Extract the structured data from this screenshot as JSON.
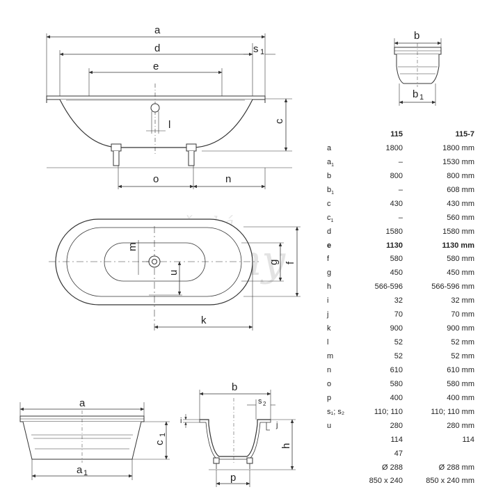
{
  "diagram": {
    "labels": {
      "a": "a",
      "d": "d",
      "e": "e",
      "s1": "s",
      "s1_sub": "1",
      "c": "c",
      "l": "l",
      "o": "o",
      "n": "n",
      "m": "m",
      "u": "u",
      "g": "g",
      "f": "f",
      "k": "k",
      "b_top": "b",
      "b1_top": "b",
      "b1_top_sub": "1",
      "a_bottom": "a",
      "a1": "a",
      "a1_sub": "1",
      "c1": "c",
      "c1_sub": "1",
      "b_side": "b",
      "s2": "s",
      "s2_sub": "2",
      "i": "i",
      "j": "j",
      "h": "h",
      "p": "p"
    },
    "watermark": {
      "line1": "česká",
      "line2": "vany"
    }
  },
  "spec": {
    "headers": [
      "",
      "115",
      "115-7"
    ],
    "rows": [
      {
        "label": "a",
        "sub": "",
        "v1": "1800",
        "v2": "1800 mm",
        "bold": false
      },
      {
        "label": "a",
        "sub": "1",
        "v1": "–",
        "v2": "1530 mm",
        "bold": false
      },
      {
        "label": "b",
        "sub": "",
        "v1": "800",
        "v2": "800 mm",
        "bold": false
      },
      {
        "label": "b",
        "sub": "1",
        "v1": "–",
        "v2": "608 mm",
        "bold": false
      },
      {
        "label": "c",
        "sub": "",
        "v1": "430",
        "v2": "430 mm",
        "bold": false
      },
      {
        "label": "c",
        "sub": "1",
        "v1": "–",
        "v2": "560 mm",
        "bold": false
      },
      {
        "label": "d",
        "sub": "",
        "v1": "1580",
        "v2": "1580 mm",
        "bold": false
      },
      {
        "label": "e",
        "sub": "",
        "v1": "1130",
        "v2": "1130 mm",
        "bold": true
      },
      {
        "label": "f",
        "sub": "",
        "v1": "580",
        "v2": "580 mm",
        "bold": false
      },
      {
        "label": "g",
        "sub": "",
        "v1": "450",
        "v2": "450 mm",
        "bold": false
      },
      {
        "label": "h",
        "sub": "",
        "v1": "566-596",
        "v2": "566-596 mm",
        "bold": false
      },
      {
        "label": "i",
        "sub": "",
        "v1": "32",
        "v2": "32 mm",
        "bold": false
      },
      {
        "label": "j",
        "sub": "",
        "v1": "70",
        "v2": "70 mm",
        "bold": false
      },
      {
        "label": "k",
        "sub": "",
        "v1": "900",
        "v2": "900 mm",
        "bold": false
      },
      {
        "label": "l",
        "sub": "",
        "v1": "52",
        "v2": "52 mm",
        "bold": false
      },
      {
        "label": "m",
        "sub": "",
        "v1": "52",
        "v2": "52 mm",
        "bold": false
      },
      {
        "label": "n",
        "sub": "",
        "v1": "610",
        "v2": "610 mm",
        "bold": false
      },
      {
        "label": "o",
        "sub": "",
        "v1": "580",
        "v2": "580 mm",
        "bold": false
      },
      {
        "label": "p",
        "sub": "",
        "v1": "400",
        "v2": "400 mm",
        "bold": false
      },
      {
        "label": "s₁; s₂",
        "sub": "",
        "v1": "110; 110",
        "v2": "110; 110 mm",
        "bold": false
      },
      {
        "label": "u",
        "sub": "",
        "v1": "280",
        "v2": "280 mm",
        "bold": false
      },
      {
        "label": "",
        "sub": "",
        "v1": "114",
        "v2": "114",
        "bold": false
      },
      {
        "label": "",
        "sub": "",
        "v1": "47",
        "v2": "",
        "bold": false
      },
      {
        "label": "",
        "sub": "",
        "v1": "Ø 288",
        "v2": "Ø 288 mm",
        "bold": false
      },
      {
        "label": "",
        "sub": "",
        "v1": "850 x 240",
        "v2": "850 x 240 mm",
        "bold": false
      }
    ]
  }
}
